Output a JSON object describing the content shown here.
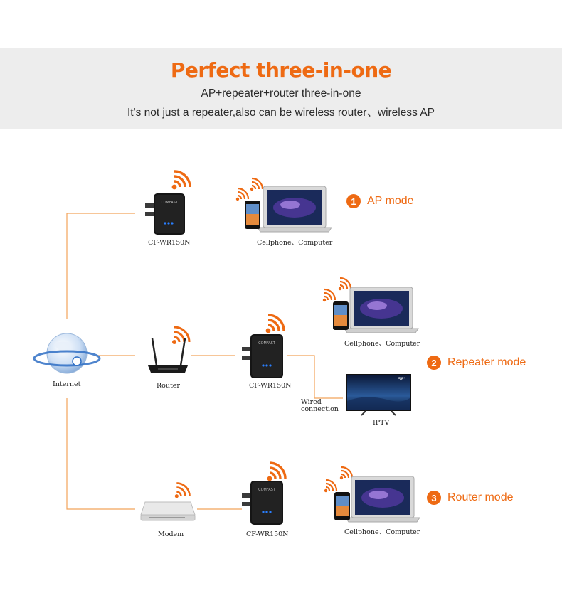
{
  "header": {
    "title": "Perfect three-in-one",
    "subtitle_1": "AP+repeater+router three-in-one",
    "subtitle_2": "It's not just a repeater,also can be wireless router、wireless AP"
  },
  "modes": [
    {
      "number": "1",
      "label": "AP mode"
    },
    {
      "number": "2",
      "label": "Repeater mode"
    },
    {
      "number": "3",
      "label": "Router mode"
    }
  ],
  "labels": {
    "internet": "Internet",
    "router": "Router",
    "modem": "Modem",
    "device_top": "CF-WR150N",
    "device_mid": "CF-WR150N",
    "device_bottom": "CF-WR150N",
    "clients_top": "Cellphone、Computer",
    "clients_mid": "Cellphone、Computer",
    "clients_bottom": "Cellphone、Computer",
    "wired_1": "Wired",
    "wired_2": "connection",
    "iptv": "IPTV",
    "tv_size": "58\"",
    "brand": "COMFAST"
  },
  "colors": {
    "accent": "#ee6a13",
    "line": "#f2a35a",
    "banner_bg": "#ededed"
  }
}
